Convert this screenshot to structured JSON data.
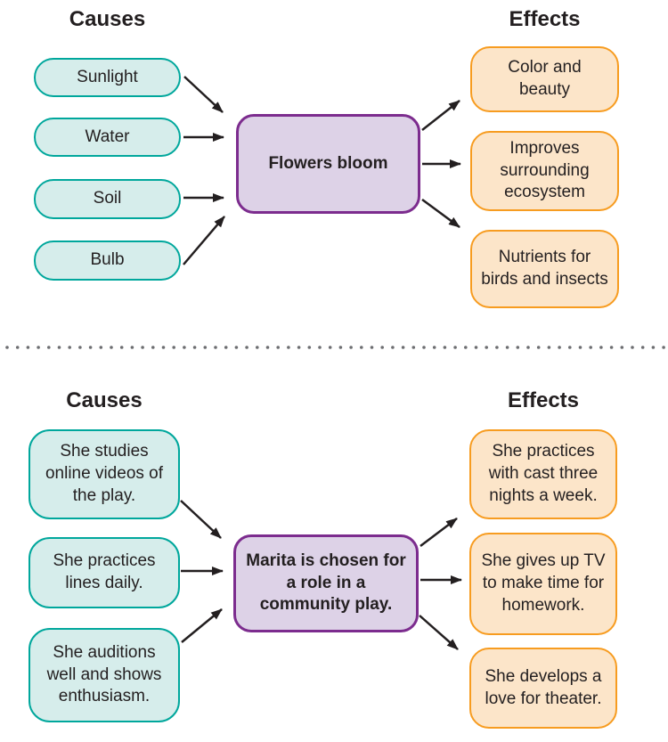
{
  "colors": {
    "teal_border": "#00a79c",
    "teal_fill": "#d6edeb",
    "purple_border": "#7c2c8e",
    "purple_fill": "#ddd2e7",
    "orange_border": "#f79c20",
    "orange_fill": "#fce5c9",
    "text": "#231f20",
    "arrow": "#231f20",
    "divider_dot": "#6d6e71"
  },
  "top_diagram": {
    "causes_heading": "Causes",
    "effects_heading": "Effects",
    "causes": [
      "Sunlight",
      "Water",
      "Soil",
      "Bulb"
    ],
    "center_label": "Flowers bloom",
    "effects": [
      "Color and beauty",
      "Improves surrounding ecosystem",
      "Nutrients for birds and insects"
    ]
  },
  "bottom_diagram": {
    "causes_heading": "Causes",
    "effects_heading": "Effects",
    "causes": [
      "She studies online videos of the play.",
      "She practices lines daily.",
      "She auditions well and shows enthusiasm."
    ],
    "center_label": "Marita is chosen for a role in a community play.",
    "effects": [
      "She practices with cast three nights a week.",
      "She gives up TV to make time for homework.",
      "She develops a love for theater."
    ]
  }
}
